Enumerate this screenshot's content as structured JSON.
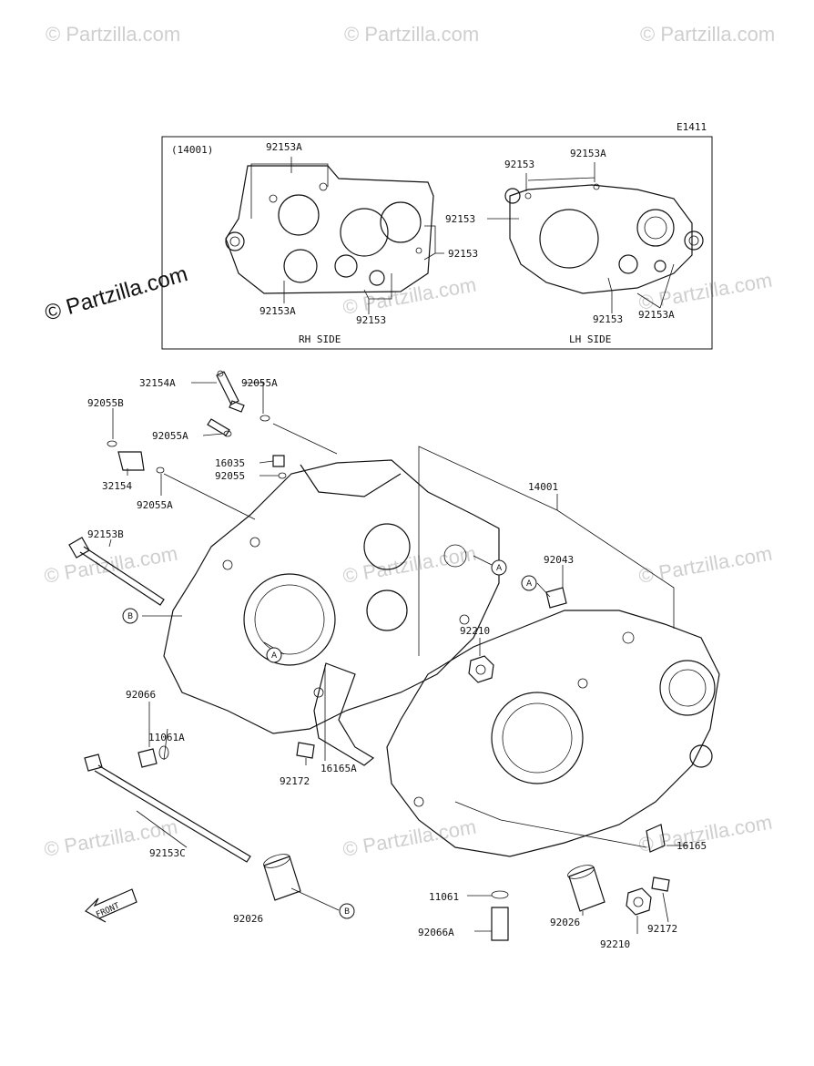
{
  "watermark_text": "© Partzilla.com",
  "diagram_code": "E1411",
  "inset": {
    "assembly_ref": "(14001)",
    "rh_side_label": "RH SIDE",
    "lh_side_label": "LH SIDE",
    "rh_labels": {
      "top_a": "92153A",
      "bottom_a": "92153A",
      "bottom": "92153",
      "right": "92153"
    },
    "lh_labels": {
      "top": "92153",
      "top_a": "92153A",
      "left": "92153",
      "bottom": "92153",
      "bottom_a": "92153A"
    }
  },
  "parts": {
    "p32154A": "32154A",
    "p92055A_1": "92055A",
    "p92055B": "92055B",
    "p92055A_2": "92055A",
    "p16035": "16035",
    "p92055": "92055",
    "p32154": "32154",
    "p92055A_3": "92055A",
    "p14001": "14001",
    "p92153B": "92153B",
    "p92043": "92043",
    "p92210_1": "92210",
    "p92066": "92066",
    "p11061A": "11061A",
    "p16165A": "16165A",
    "p92172_1": "92172",
    "p92153C": "92153C",
    "p16165": "16165",
    "p11061": "11061",
    "p92026_1": "92026",
    "p92026_2": "92026",
    "p92066A": "92066A",
    "p92172_2": "92172",
    "p92210_2": "92210"
  },
  "callouts": {
    "a": "A",
    "b": "B"
  },
  "front_label": "FRONT"
}
